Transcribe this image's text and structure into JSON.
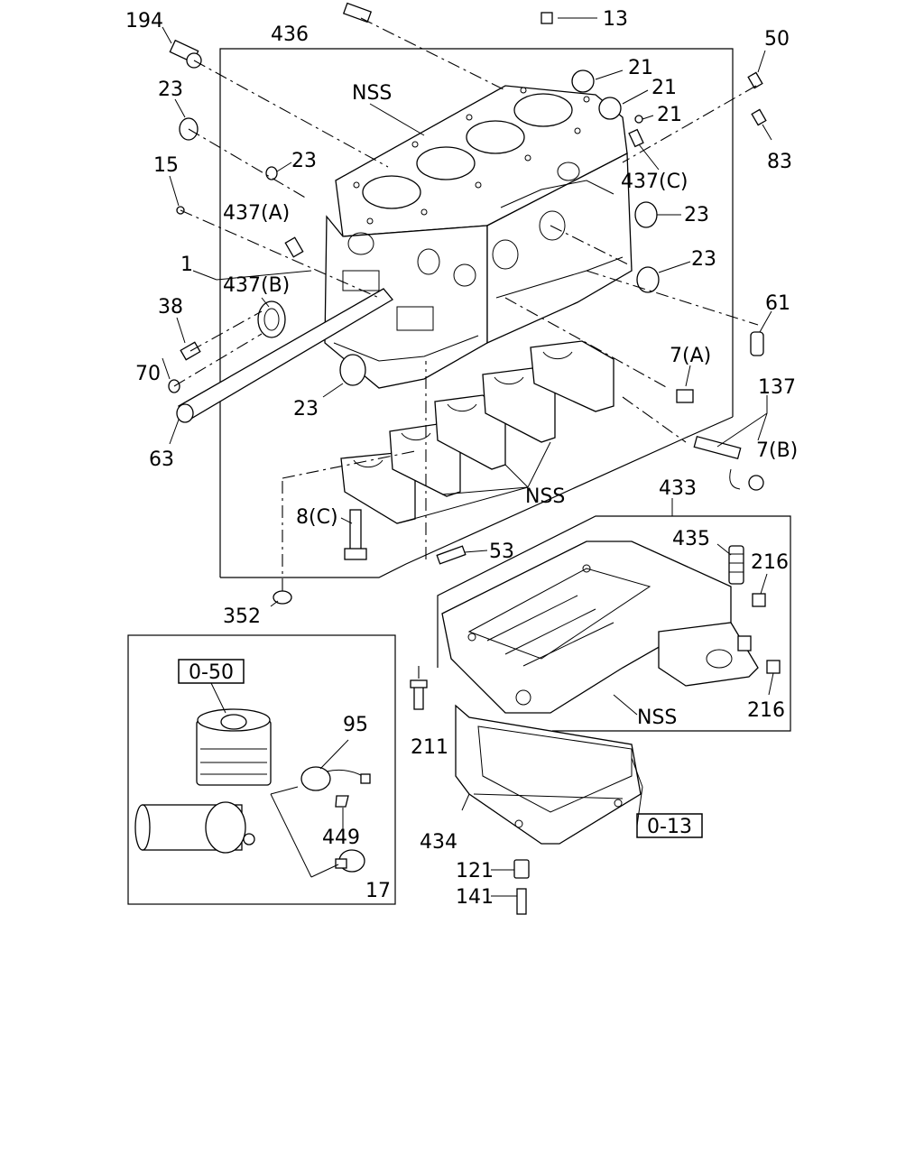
{
  "labels": {
    "p194": "194",
    "p436": "436",
    "p13": "13",
    "p50": "50",
    "p23a": "23",
    "p21a": "21",
    "p21b": "21",
    "p21c": "21",
    "nss_block": "NSS",
    "p15": "15",
    "p23b": "23",
    "p437c": "437(C)",
    "p83": "83",
    "p437a": "437(A)",
    "p23c": "23",
    "p23d": "23",
    "p1": "1",
    "p437b": "437(B)",
    "p38": "38",
    "p61": "61",
    "p70": "70",
    "p7a": "7(A)",
    "p23e": "23",
    "p137": "137",
    "p7b": "7(B)",
    "p63": "63",
    "nss_bearing": "NSS",
    "p433": "433",
    "p8c": "8(C)",
    "p53": "53",
    "p435": "435",
    "p216a": "216",
    "p352": "352",
    "p95": "95",
    "p211": "211",
    "nss_pan": "NSS",
    "p216b": "216",
    "p449": "449",
    "p434": "434",
    "p121": "121",
    "p17": "17",
    "p141": "141"
  },
  "references": {
    "ref_050": "0-50",
    "ref_013": "0-13"
  }
}
